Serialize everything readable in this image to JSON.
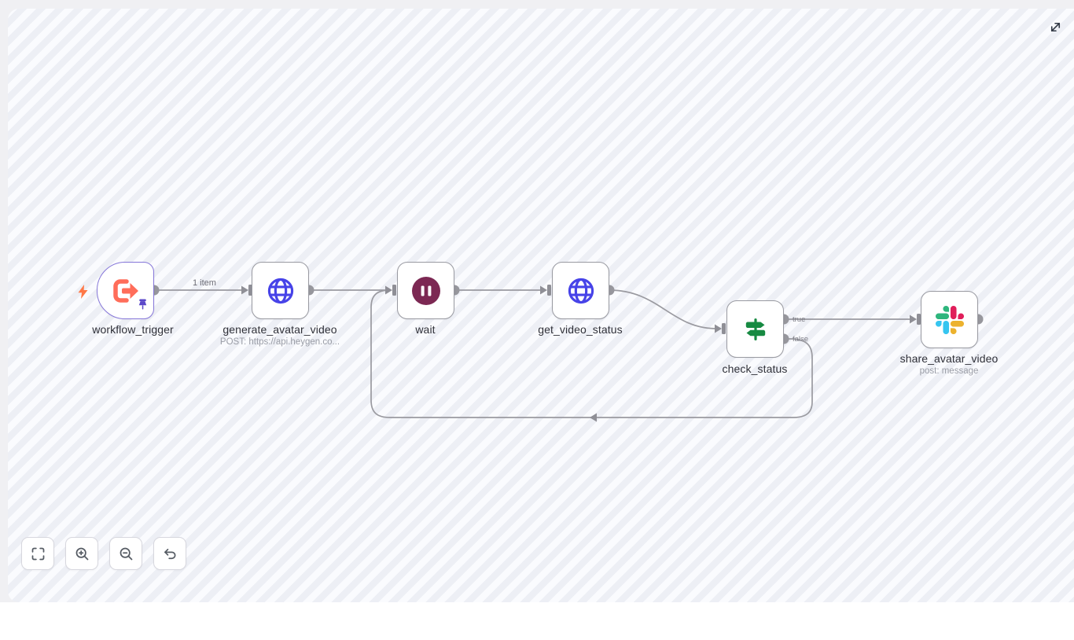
{
  "canvas": {
    "nodes": [
      {
        "id": "workflow_trigger",
        "label": "workflow_trigger",
        "icon": "trigger-logout-arrow",
        "pinned": true
      },
      {
        "id": "generate_avatar_video",
        "label": "generate_avatar_video",
        "subtitle": "POST: https://api.heygen.co...",
        "icon": "globe"
      },
      {
        "id": "wait",
        "label": "wait",
        "icon": "pause"
      },
      {
        "id": "get_video_status",
        "label": "get_video_status",
        "icon": "globe"
      },
      {
        "id": "check_status",
        "label": "check_status",
        "icon": "signpost",
        "outputs": [
          "true",
          "false"
        ]
      },
      {
        "id": "share_avatar_video",
        "label": "share_avatar_video",
        "subtitle": "post: message",
        "icon": "slack"
      }
    ],
    "edge_labels": {
      "trigger_to_generate": "1 item"
    },
    "colors": {
      "trigger_accent": "#ff6d5a",
      "pinned_border": "#8677d9",
      "pin": "#5b48c9",
      "globe": "#4743e8",
      "wait": "#7c2853",
      "signpost": "#178a42",
      "slack_blue": "#36C5F0",
      "slack_green": "#2EB67D",
      "slack_red": "#E01E5A",
      "slack_yellow": "#ECB22E",
      "edge": "#9a9aa0",
      "stripe_light": "#fafbfe",
      "stripe_dark": "#edeff5"
    }
  },
  "controls": {
    "expand": "expand",
    "fit_view": "fit view",
    "zoom_in": "zoom in",
    "zoom_out": "zoom out",
    "undo": "undo"
  }
}
